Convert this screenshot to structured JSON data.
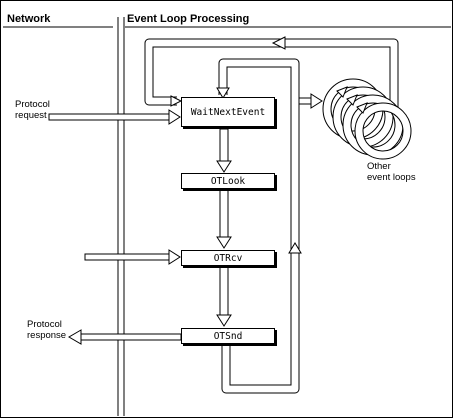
{
  "headers": {
    "network": "Network",
    "event_loop": "Event Loop Processing"
  },
  "boxes": {
    "wait_next_event": "WaitNextEvent",
    "ot_look": "OTLook",
    "ot_rcv": "OTRcv",
    "ot_snd": "OTSnd"
  },
  "labels": {
    "protocol_request": "Protocol\nrequest",
    "protocol_response": "Protocol\nresponse",
    "other_event_loops": "Other\nevent loops"
  }
}
